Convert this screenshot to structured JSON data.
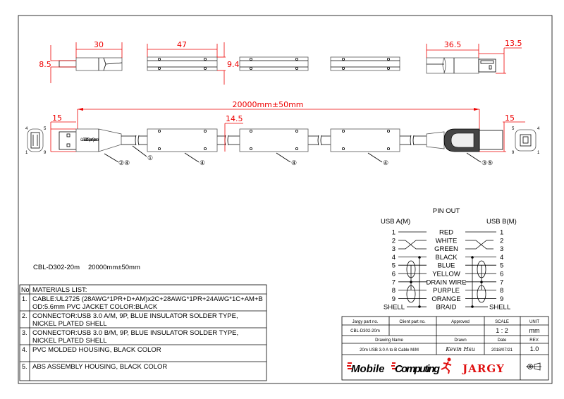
{
  "dimensions": {
    "a_plug_length": "30",
    "a_plug_height": "8.5",
    "block_length": "47",
    "block_height": "9.4",
    "b_plug_length": "36.5",
    "b_plug_height": "13.5",
    "total_length": "20000mm±50mm",
    "a_width": "15",
    "block_width": "14.5",
    "b_width": "15"
  },
  "callouts": {
    "a_connector": "②④",
    "cable": "①",
    "block1": "④",
    "block2": "④",
    "block3": "④",
    "b_connector": "③⑤"
  },
  "connector_text": {
    "a_logo": "USB 3.0 SuperSpeed"
  },
  "part_summary": {
    "part_no": "CBL-D302-20m",
    "length": "20000mm±50mm"
  },
  "pinout": {
    "title": "PIN OUT",
    "left_header": "USB A(M)",
    "right_header": "USB B(M)",
    "rows": [
      {
        "pin": "1",
        "wire": "RED"
      },
      {
        "pin": "2",
        "wire": "WHITE"
      },
      {
        "pin": "3",
        "wire": "GREEN"
      },
      {
        "pin": "4",
        "wire": "BLACK"
      },
      {
        "pin": "5",
        "wire": "BLUE"
      },
      {
        "pin": "6",
        "wire": "YELLOW"
      },
      {
        "pin": "7",
        "wire": "DRAIN WIRE"
      },
      {
        "pin": "8",
        "wire": "PURPLE"
      },
      {
        "pin": "9",
        "wire": "ORANGE"
      },
      {
        "pin": "SHELL",
        "wire": "BRAID"
      }
    ]
  },
  "materials": {
    "col_no": "No",
    "title": "MATERIALS LIST:",
    "items": [
      {
        "no": "1.",
        "line1": "CABLE:UL2725 (28AWG*1PR+D+AM)x2C+28AWG*1PR+24AWG*1C+AM+B",
        "line2": "OD:5.6mm  PVC JACKET COLOR:BLACK"
      },
      {
        "no": "2.",
        "line1": "CONNECTOR:USB 3.0 A/M, 9P, BLUE INSULATOR SOLDER TYPE,",
        "line2": "NICKEL PLATED SHELL"
      },
      {
        "no": "3.",
        "line1": "CONNECTOR:USB 3.0 B/M, 9P, BLUE INSULATOR SOLDER TYPE,",
        "line2": "NICKEL PLATED SHELL"
      },
      {
        "no": "4.",
        "line1": "PVC MOLDED HOUSING, BLACK COLOR",
        "line2": ""
      },
      {
        "no": "5.",
        "line1": "ABS ASSEMBLY HOUSING, BLACK COLOR",
        "line2": ""
      }
    ]
  },
  "title_block": {
    "jargy_part_label": "Jargy part no.",
    "client_part_label": "Client part no.",
    "approved_label": "Approved",
    "scale_label": "SCALE",
    "unit_label": "UNIT",
    "jargy_part_value": "CBL-D302-20m",
    "client_part_value": "",
    "approved_value": "",
    "scale_value": "1 : 2",
    "unit_value": "mm",
    "drawing_name_label": "Drawing Name",
    "drawn_label": "Drawn",
    "date_label": "Date",
    "rev_label": "REV.",
    "drawing_name_value": "20m USB 3.0 A to B Cable M/M",
    "drawn_value": "Kevin Hsu",
    "date_value": "2018/07/21",
    "rev_value": "1.0",
    "logo_mobile": "Mobile",
    "logo_computing": "Computing",
    "logo_jargy": "JARGY"
  },
  "colors": {
    "dimension": "#e00000",
    "logo_red": "#e01010"
  }
}
